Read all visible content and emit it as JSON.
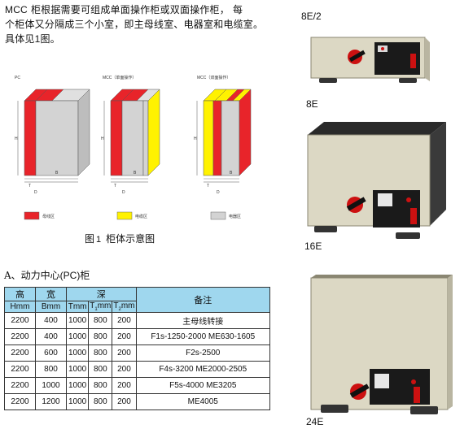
{
  "intro": {
    "mcc": "MCC",
    "line1": " 柜根据需要可组成单面操作柜或双面操作柜， 每",
    "line2": "个柜体又分隔成三个小室，即主母线室、电器室和电缆室。",
    "line3a": "具体见",
    "line3num": "1",
    "line3b": "图。"
  },
  "figure": {
    "titles": [
      "PC",
      "MCC（单面操作）",
      "MCC（双面操作）"
    ],
    "dim_h": "H",
    "dim_d": "D",
    "dim_t": "T",
    "dim_w": "B",
    "legend": [
      "母线区",
      "电缆区",
      "电器区"
    ],
    "colors": {
      "busbar": "#e8242a",
      "cable": "#fff200",
      "device": "#d3d3d3"
    },
    "caption_prefix": "图",
    "caption_num": "1",
    "caption_text": "柜体示意图"
  },
  "section": {
    "prefix": "A、动力中心",
    "code": "(PC)",
    "suffix": "柜"
  },
  "table": {
    "header": {
      "gao": "高",
      "kuan": "宽",
      "shen": "深",
      "note": "备注",
      "hmm": "Hmm",
      "bmm": "Bmm",
      "tmm": "Tmm",
      "t1": "T",
      "t1sub": "1",
      "t1unit": "mm",
      "t2": "T",
      "t2sub": "2",
      "t2unit": "mm"
    },
    "rows": [
      {
        "h": "2200",
        "b": "400",
        "t": "1000",
        "t1": "800",
        "t2": "200",
        "note": "主母线转接"
      },
      {
        "h": "2200",
        "b": "400",
        "t": "1000",
        "t1": "800",
        "t2": "200",
        "note": "F1s-1250-2000  ME630-1605"
      },
      {
        "h": "2200",
        "b": "600",
        "t": "1000",
        "t1": "800",
        "t2": "200",
        "note": "F2s-2500"
      },
      {
        "h": "2200",
        "b": "800",
        "t": "1000",
        "t1": "800",
        "t2": "200",
        "note": "F4s-3200  ME2000-2505"
      },
      {
        "h": "2200",
        "b": "1000",
        "t": "1000",
        "t1": "800",
        "t2": "200",
        "note": "F5s-4000  ME3205"
      },
      {
        "h": "2200",
        "b": "1200",
        "t": "1000",
        "t1": "800",
        "t2": "200",
        "note": "ME4005"
      }
    ]
  },
  "products": {
    "label1": "8E/2",
    "label2": "8E",
    "label3": "16E",
    "label4": "24E"
  }
}
